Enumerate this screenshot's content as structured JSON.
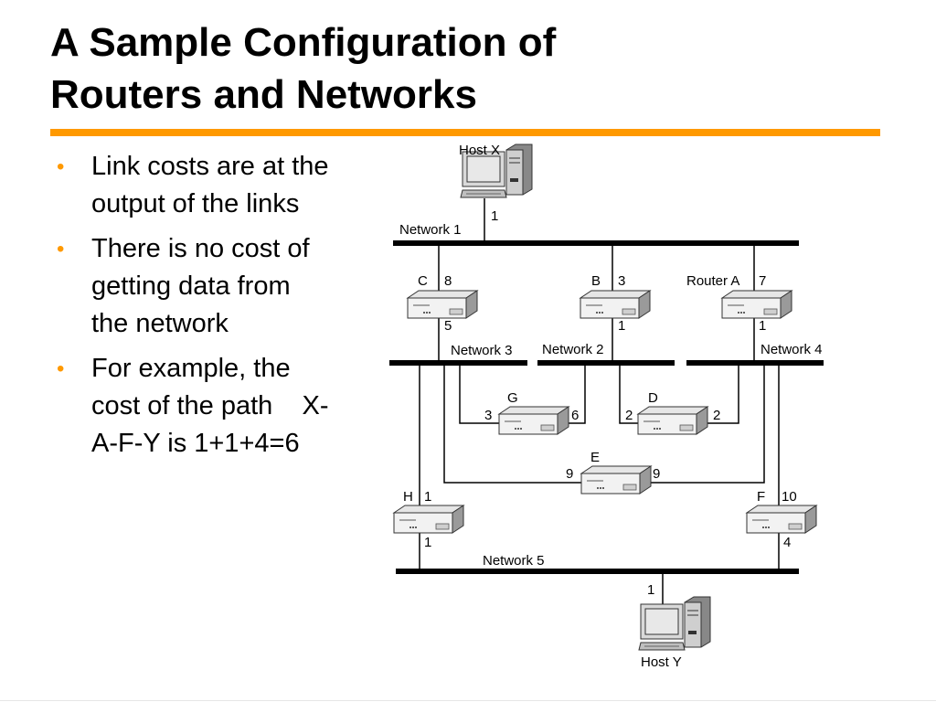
{
  "slide": {
    "title_lines": [
      "A Sample Configuration of",
      "Routers and Networks"
    ],
    "bullets": [
      "Link costs are at the output of the links",
      "There is no cost of getting data from the network",
      "For example, the cost of the path    X-A-F-Y is 1+1+4=6"
    ]
  },
  "diagram": {
    "hosts": {
      "x": "Host X",
      "y": "Host  Y"
    },
    "networks": {
      "n1": "Network 1",
      "n2": "Network 2",
      "n3": "Network 3",
      "n4": "Network 4",
      "n5": "Network 5"
    },
    "routers": {
      "a": "Router A",
      "b": "B",
      "c": "C",
      "d": "D",
      "e": "E",
      "f": "F",
      "g": "G",
      "h": "H"
    },
    "costs": {
      "x_n1": "1",
      "c_to_n1": "8",
      "c_to_n3": "5",
      "b_to_n1": "3",
      "b_to_n2": "1",
      "a_to_n1": "7",
      "a_to_n4": "1",
      "g_to_n3": "3",
      "g_to_n2": "6",
      "d_to_n2": "2",
      "d_to_n4": "2",
      "e_to_n3": "9",
      "e_to_n4": "9",
      "h_to_n3": "1",
      "h_to_n5": "1",
      "f_to_n4": "10",
      "f_to_n5": "4",
      "y_n5": "1"
    }
  }
}
